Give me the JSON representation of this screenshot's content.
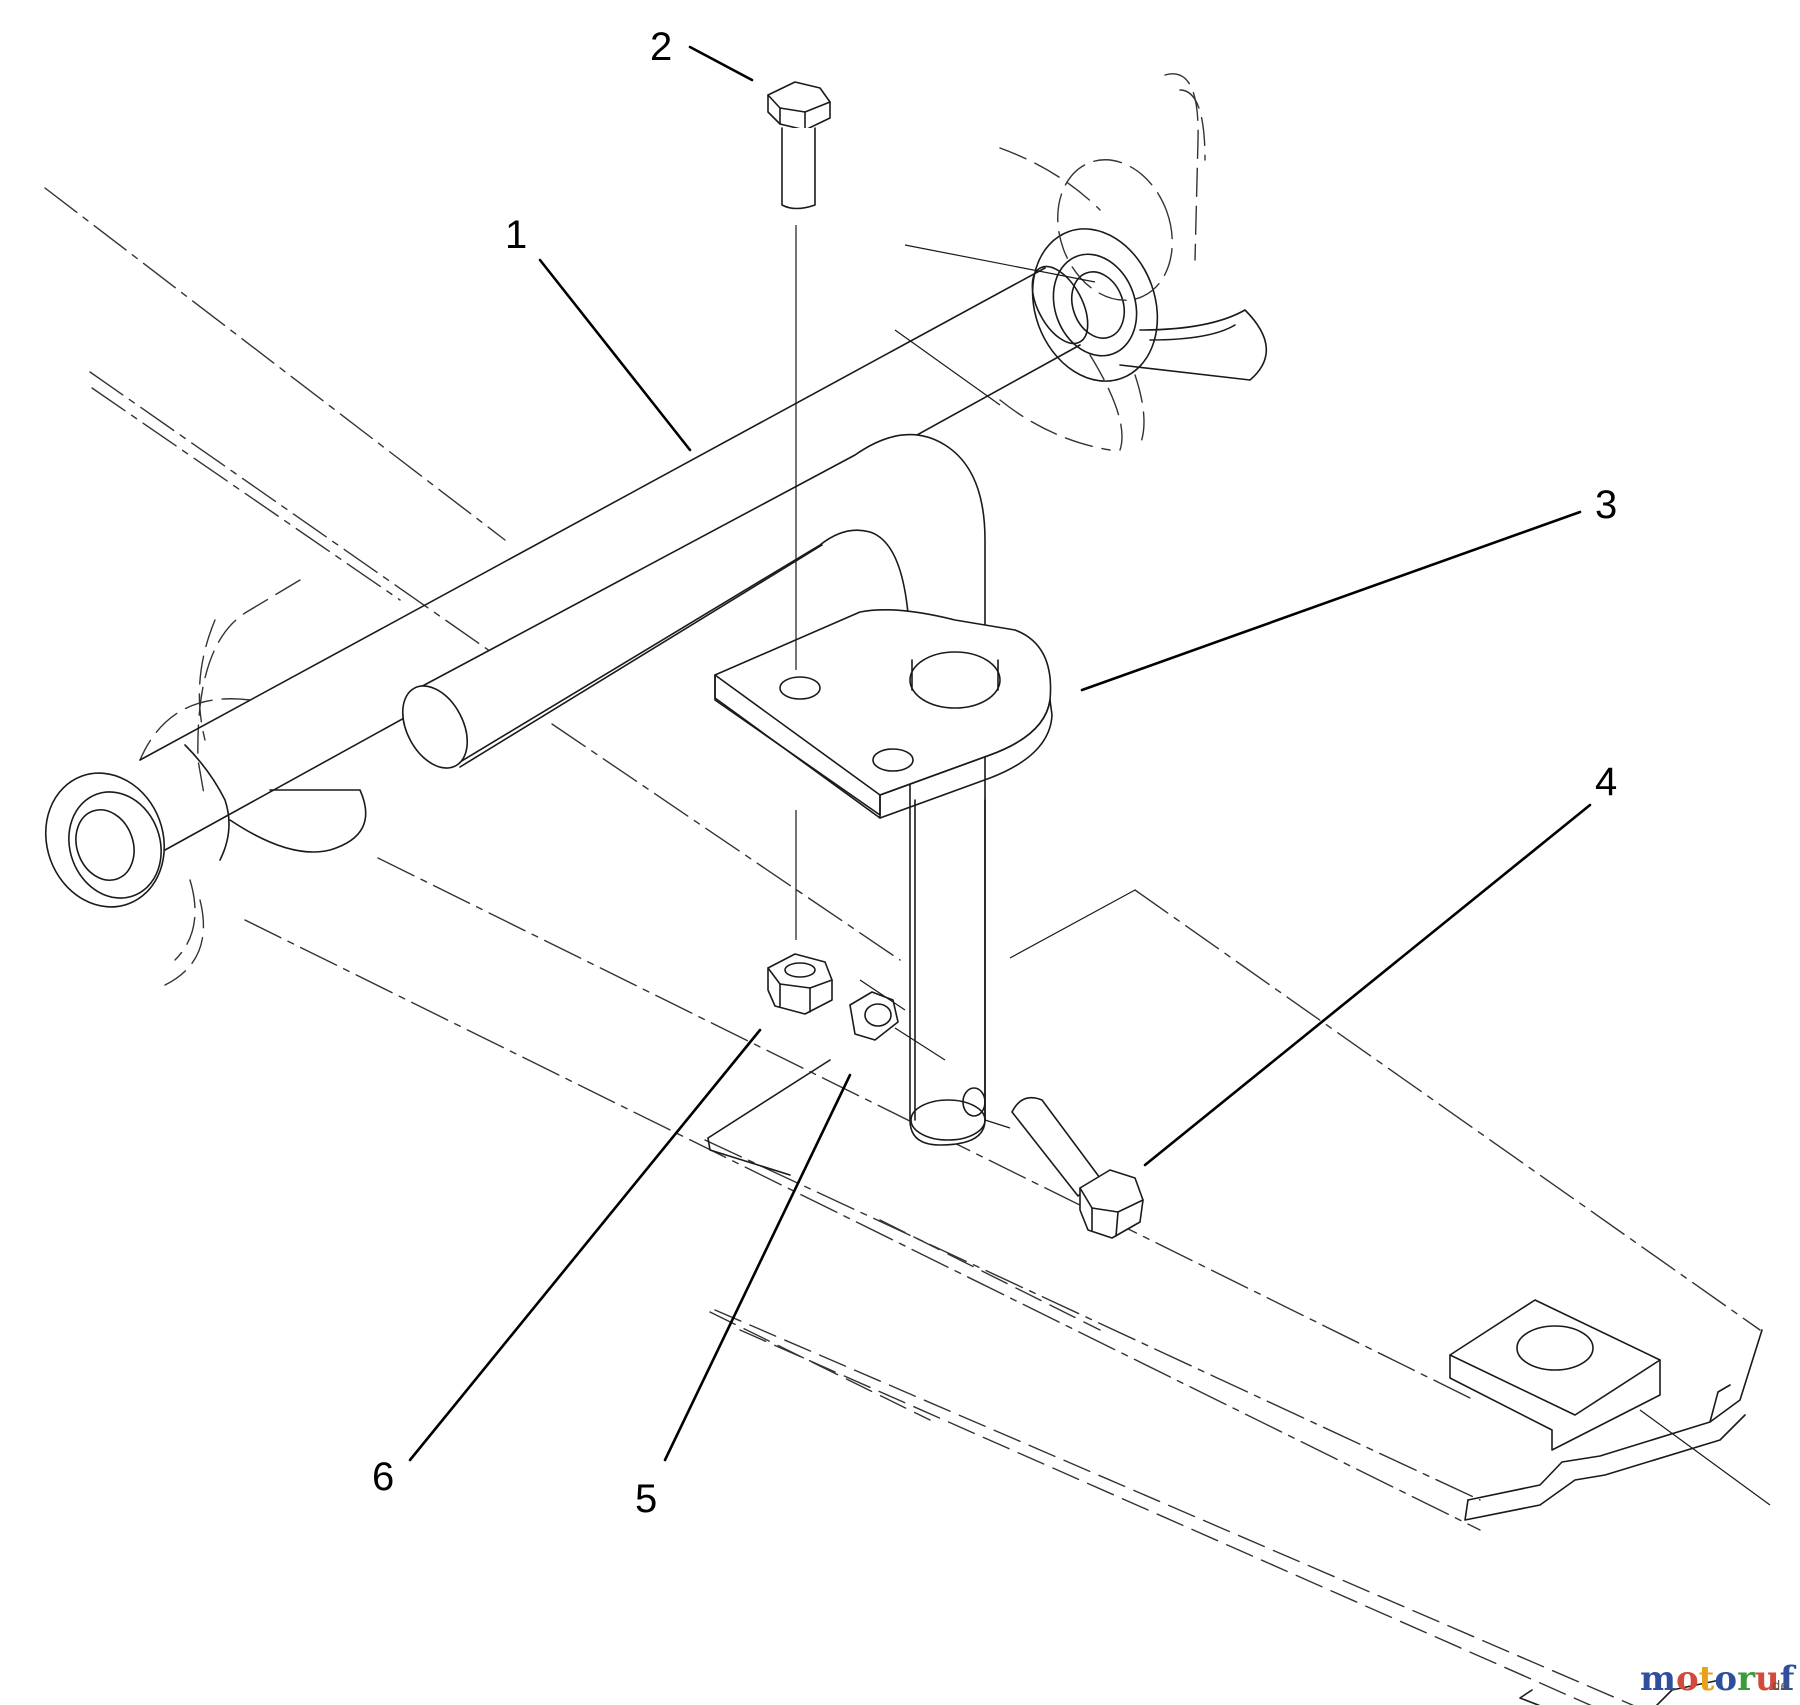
{
  "callouts": [
    {
      "id": "1",
      "label": "1"
    },
    {
      "id": "2",
      "label": "2"
    },
    {
      "id": "3",
      "label": "3"
    },
    {
      "id": "4",
      "label": "4"
    },
    {
      "id": "5",
      "label": "5"
    },
    {
      "id": "6",
      "label": "6"
    }
  ],
  "watermark": {
    "letters": [
      "m",
      "o",
      "t",
      "o",
      "r",
      "u",
      "f"
    ],
    "suffix": ".de"
  },
  "colors": {
    "line": "#1a1a1a",
    "m": "#2f4f9e",
    "o1": "#d44a3a",
    "t": "#e8a21a",
    "o2": "#2f4f9e",
    "r": "#3b9a3b",
    "u": "#d44a3a",
    "f": "#2f4f9e"
  }
}
